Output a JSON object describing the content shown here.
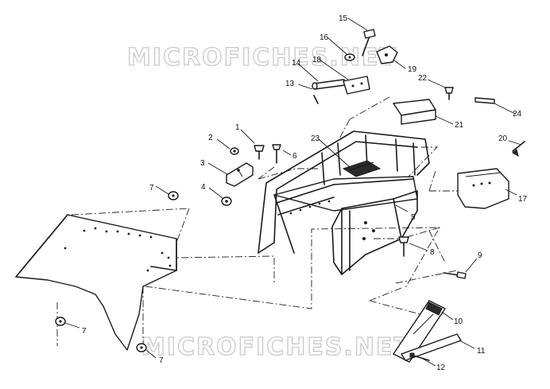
{
  "watermark": "MICROFICHES.NET",
  "watermark_bottom": "MICROFICHES.NET",
  "callouts": {
    "c1": "1",
    "c2": "2",
    "c3": "3",
    "c4": "4",
    "c5": "5",
    "c6": "6",
    "c7a": "7",
    "c7b": "7",
    "c7c": "7",
    "c8": "8",
    "c9": "9",
    "c10": "10",
    "c11": "11",
    "c12": "12",
    "c13": "13",
    "c14": "14",
    "c15": "15",
    "c16": "16",
    "c17": "17",
    "c18": "18",
    "c19": "19",
    "c20": "20",
    "c21": "21",
    "c22": "22",
    "c23": "23",
    "c24": "24"
  }
}
